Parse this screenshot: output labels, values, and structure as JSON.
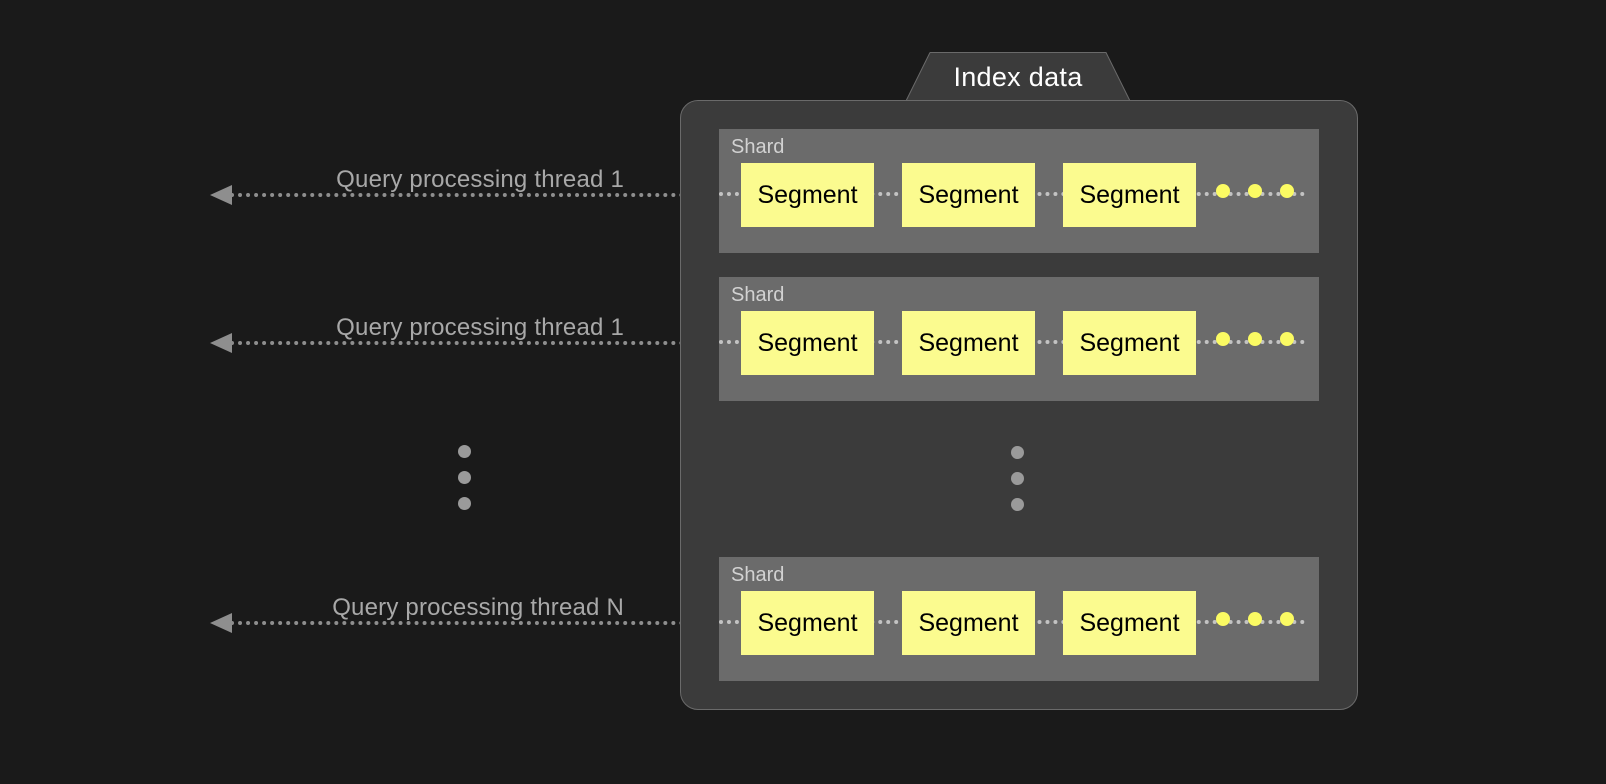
{
  "diagram": {
    "title": "Index data",
    "background_color": "#1a1a1a",
    "panel_color": "#3b3b3b",
    "shard_color": "#6b6b6b",
    "segment_color": "#fbfb8f",
    "accent_dot_color": "#fbfb63",
    "line_color": "#8e8e8e"
  },
  "threads": [
    {
      "label": "Query processing thread 1"
    },
    {
      "label": "Query processing thread 1"
    },
    {
      "label": "Query processing thread N"
    }
  ],
  "shards": [
    {
      "label": "Shard",
      "segments": [
        {
          "label": "Segment"
        },
        {
          "label": "Segment"
        },
        {
          "label": "Segment"
        }
      ],
      "trailing_dots": 3
    },
    {
      "label": "Shard",
      "segments": [
        {
          "label": "Segment"
        },
        {
          "label": "Segment"
        },
        {
          "label": "Segment"
        }
      ],
      "trailing_dots": 3
    },
    {
      "label": "Shard",
      "segments": [
        {
          "label": "Segment"
        },
        {
          "label": "Segment"
        },
        {
          "label": "Segment"
        }
      ],
      "trailing_dots": 3
    }
  ],
  "ellipsis": {
    "left_dots": 3,
    "panel_dots": 3
  }
}
